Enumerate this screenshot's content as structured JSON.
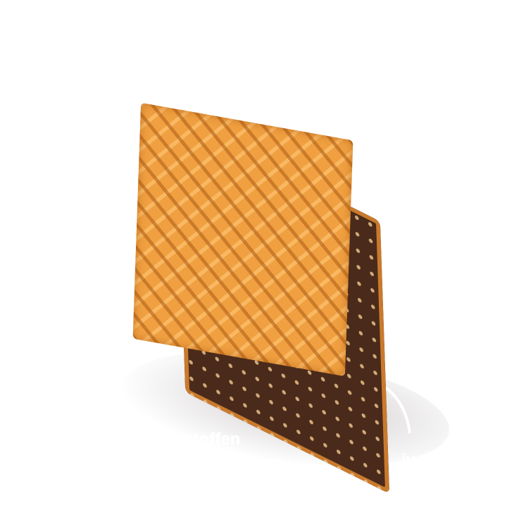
{
  "image": {
    "subject": "wafer-with-chocolate-and-nut-filling",
    "background_color": "#ffffff",
    "wafer_color": "#f0a040",
    "chocolate_color": "#4a2a1a"
  },
  "captions": [
    "en Ballaststoffen",
    "iven Pal"
  ]
}
